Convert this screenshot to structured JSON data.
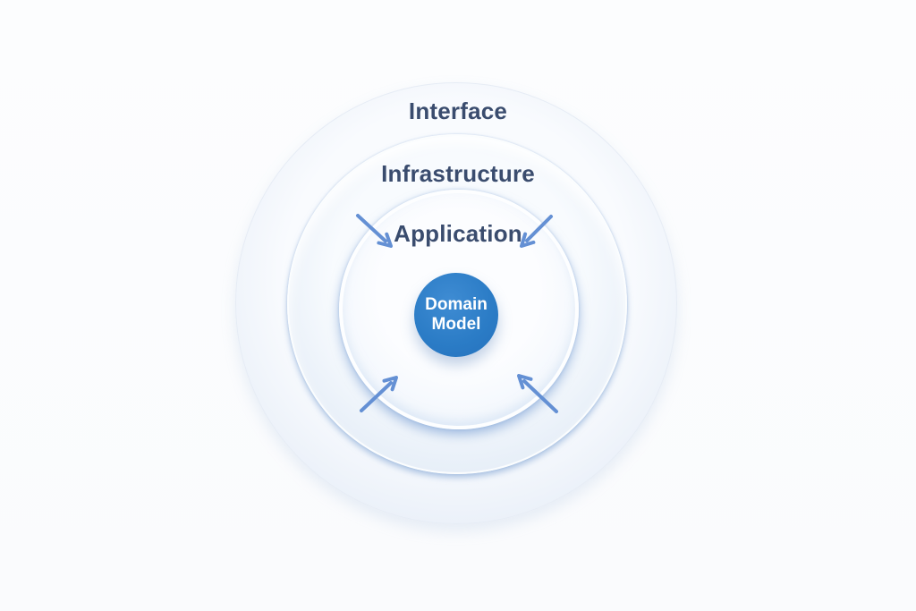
{
  "diagram": {
    "type": "onion-architecture",
    "layers": [
      {
        "id": "interface",
        "label": "Interface"
      },
      {
        "id": "infrastructure",
        "label": "Infrastructure"
      },
      {
        "id": "application",
        "label": "Application"
      },
      {
        "id": "domain-model",
        "label": "Domain Model"
      }
    ],
    "arrows": {
      "direction": "inward",
      "positions": [
        "top-left",
        "top-right",
        "bottom-left",
        "bottom-right"
      ]
    }
  },
  "colors": {
    "background": "#fcfdfe",
    "label-dark": "#3a4c6e",
    "arrow-blue": "#6490d4",
    "domain-fill": "#2b7cc6",
    "domain-text": "#ffffff",
    "ring-light": "#e3ecf7"
  }
}
